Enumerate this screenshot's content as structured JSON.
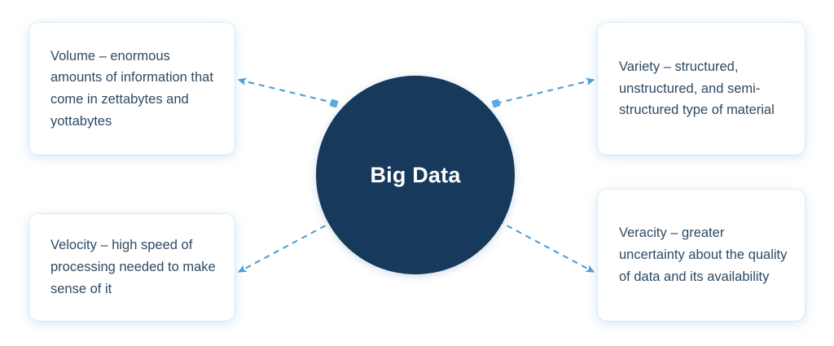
{
  "diagram": {
    "type": "hub-and-spoke",
    "center": {
      "label": "Big Data",
      "shape": "circle",
      "fill_color": "#16395c",
      "text_color": "#ffffff"
    },
    "connector": {
      "style": "dashed",
      "color": "#4a9fd8",
      "node_color": "#5aa9e0",
      "arrowhead": "outward",
      "count": 4
    },
    "card_style": {
      "background": "#ffffff",
      "text_color": "#2e4a63",
      "corner_radius": "11px",
      "shadow_color": "#8bbee4"
    },
    "cards": [
      {
        "id": "volume",
        "position": "top-left",
        "text": "Volume – enormous amounts of information that come in zettabytes and yottabytes"
      },
      {
        "id": "variety",
        "position": "top-right",
        "text": "Variety – structured, unstructured, and semi-structured type of material"
      },
      {
        "id": "velocity",
        "position": "bottom-left",
        "text": "Velocity – high speed of processing needed to make sense of it"
      },
      {
        "id": "veracity",
        "position": "bottom-right",
        "text": "Veracity – greater uncertainty about the quality of data and its availability"
      }
    ]
  }
}
